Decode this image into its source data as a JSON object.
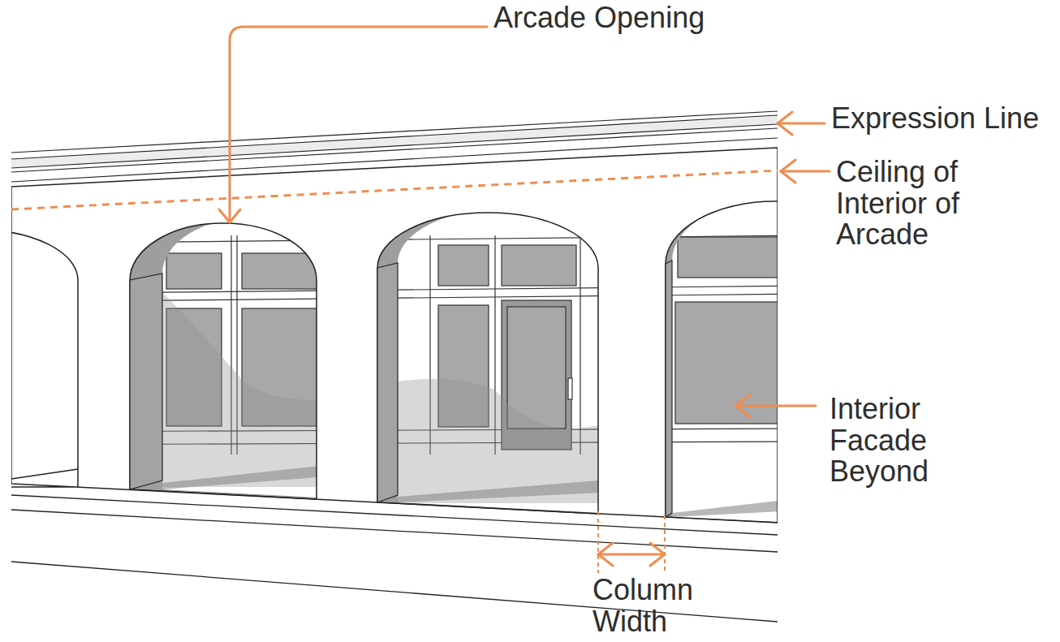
{
  "diagram": {
    "labels": [
      "Arcade Opening",
      "Expression Line",
      "Ceiling of Interior of Arcade",
      "Interior Facade Beyond",
      "Column Width"
    ]
  }
}
